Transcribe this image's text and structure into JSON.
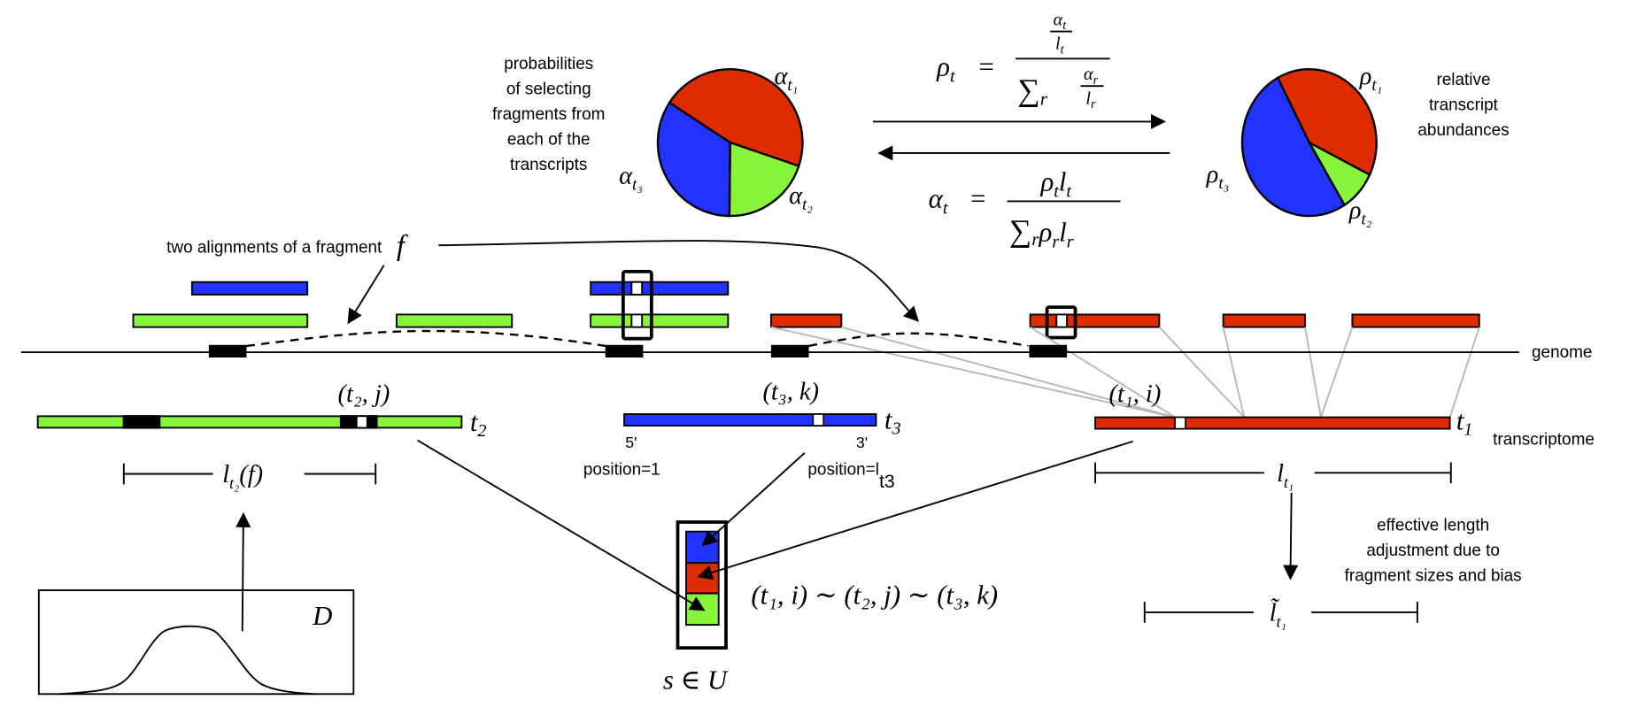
{
  "colors": {
    "t1": "#dd2c00",
    "t2": "#88f53c",
    "t3": "#2233ff",
    "exon": "#000000",
    "connector": "#b8b8b8"
  },
  "top": {
    "left_caption": [
      "probabilities",
      "of selecting",
      "fragments from",
      "each of the",
      "transcripts"
    ],
    "right_caption": [
      "relative",
      "transcript",
      "abundances"
    ],
    "alpha_pie": {
      "labels": {
        "t1": "α",
        "t1_sub": "t₁",
        "t2": "α",
        "t2_sub": "t₂",
        "t3": "α",
        "t3_sub": "t₃"
      },
      "fractions": {
        "t1": 0.46,
        "t2": 0.2,
        "t3": 0.34
      }
    },
    "rho_pie": {
      "labels": {
        "t1": "ρ",
        "t1_sub": "t₁",
        "t2": "ρ",
        "t2_sub": "t₂",
        "t3": "ρ",
        "t3_sub": "t₃"
      },
      "fractions": {
        "t1": 0.4,
        "t2": 0.09,
        "t3": 0.51
      }
    },
    "formula_rho": {
      "lhs": "ρ",
      "lhs_sub": "t",
      "eq": "=",
      "num_a": "α",
      "num_a_sub": "t",
      "num_l": "l",
      "num_l_sub": "t",
      "sum": "∑",
      "sum_sub": "r",
      "den_a": "α",
      "den_a_sub": "r",
      "den_l": "l",
      "den_l_sub": "r"
    },
    "formula_alpha": {
      "lhs": "α",
      "lhs_sub": "t",
      "eq": "=",
      "num": "ρ",
      "num_sub": "t",
      "num_l": "l",
      "num_l_sub": "t",
      "sum": "∑",
      "sum_sub": "r",
      "den_rho": "ρ",
      "den_rho_sub": "r",
      "den_l": "l",
      "den_l_sub": "r"
    }
  },
  "middle": {
    "fragment_caption": "two alignments of a fragment",
    "fragment_symbol": "f",
    "genome_label": "genome",
    "transcriptome_label": "transcriptome"
  },
  "transcripts": {
    "t2": {
      "name": "t",
      "sub": "2",
      "pos_label": "(t₂, j)"
    },
    "t3": {
      "name": "t",
      "sub": "3",
      "pos_label": "(t₃, k)",
      "five_prime": "5'",
      "three_prime": "3'",
      "start_label": "position=1",
      "end_label": "position=l",
      "end_label_sub": "t3"
    },
    "t1": {
      "name": "t",
      "sub": "1",
      "pos_label": "(t₁, i)"
    }
  },
  "lengths": {
    "lt2f": {
      "main": "l",
      "sub": "t₂",
      "suffix": "(f)"
    },
    "lt1": {
      "main": "l",
      "sub": "t₁"
    },
    "lt1_eff": {
      "main": "l̃",
      "sub": "t₁"
    }
  },
  "bottom": {
    "distribution_label": "D",
    "equivalence": "(t₁, i) ∼ (t₂, j) ∼ (t₃, k)",
    "set_label": "s ∈ U",
    "effective_caption": [
      "effective length",
      "adjustment due to",
      "fragment sizes and bias"
    ]
  }
}
